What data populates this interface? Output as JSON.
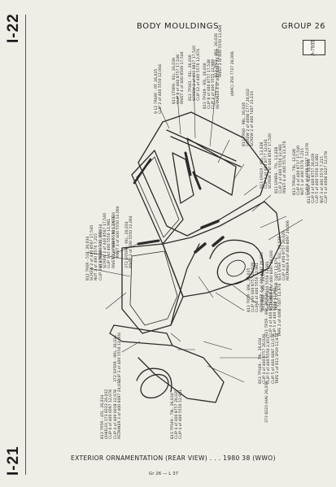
{
  "section_top": "I-22",
  "section_bottom": "I-21",
  "header": {
    "title": "BODY MOULDINGS",
    "group": "GROUP 26"
  },
  "stamp": "A-7935",
  "footer": {
    "caption": "EXTERIOR ORNAMENTATION (REAR VIEW) . . . 1980  38 (WWO)",
    "ref": "Gr 26 — L 37"
  },
  "callouts": [
    [
      "9 12 7RSRF - RT. 26,035",
      "CLIP 2 of 400 5550  12,004"
    ],
    [
      "813 1T0R9 - 91L. 26,039",
      "CLIP 8 of 400 8757 17,548",
      "RIVET 4 of 400 8509 17,546"
    ],
    [
      "813 7P361 - 91L. 26,036",
      "SCREW 2 of 400 8827 17,540",
      "CLIP 12 of 400 5576 12,976"
    ],
    [
      "813 7P349 - 95L. 26,036",
      "CLIP 8 of 400 8757 17,548",
      "CLIP 2 of 400 5555 12,989",
      "RETAINER 4 of 400 6097 26,030"
    ],
    [
      "813 7P22 - 951. 26,036",
      "RIVET 2 of 400 5550 13,004"
    ],
    [
      "(AMC) 356 7727 26,006"
    ],
    [
      "813 7RS0 - 98L. 26,026",
      "SCREW 2 of 4008 1777 26,032",
      "SCREW 2 of 400 7407 23,110"
    ],
    [
      "813 1R01R - 82L. 12,028",
      "CLIP 4 of 400 8777 12,041",
      "SCREW 2 of 440 8567 17,540"
    ],
    [
      "813 1R9RS - 75L. 12,028",
      "CLIP 3 of 400 5550 12,981",
      "RIVET 4 of 400 5576 12,976"
    ],
    [
      "813 7PR40 - 79L. 12,028",
      "CLIP 4 of 400 8717 17,540",
      "NUT 1 of 400 5576 7,215",
      "CLIP 8 of 4008 0227 12,078"
    ],
    [
      "813 1RSR - 81L. 12,030",
      "CLIP 4 of 400 8757 26,029",
      "CLIP 5 of 400 5550 12,981",
      "NUT 3 of 400 5576 7,215",
      "CLIP 5 of 4008 0227 12,078"
    ],
    [
      "813 1RSR - 81L. 26,036",
      "CLIP 3 of 400 8757 26,029",
      "RETAINER 4 of 400 8097 26,006"
    ],
    [
      "813 RSR - 86L. 26,036",
      "CLIP 2 of 400 5550 12,981",
      "RETAINER 4 of 400 6097 26,030",
      "TAPE 2 of 4008 7407 12,976"
    ],
    [
      "813 7R5R - 89L. 26,035",
      "CLIP 4 of 400 8757 26,029",
      "CLIP 2 of 400 5550 12,981",
      "RETAINER 4 of 400 6097 26,030"
    ],
    [
      "813 7R5R - 89L. 26,034",
      "CLIP 4 of 400 8757 26,029",
      "CLIP 5 of 400 5550 12,981",
      "TAPE 2 of 4008 7407 12,976"
    ],
    [
      "813 7P349 - 79L. 26,034",
      "CLIP 4 of 400 8757 26,029",
      "CLIP 5 of 400 5550 2,651",
      "CLIP 5 of 400 6097 12,078",
      "TAPE 2 of 813 2P20 12,976"
    ],
    [
      "373 8223 (HA) 26,036"
    ],
    [
      "812 7RSR - 51L. 26,034",
      "SCREW 2 of 440 8567 17,540",
      "NUT 2 of 400 5576 7,215",
      "CLIP 3 of 400 6097 12,978"
    ],
    [
      "813 7R5R - 92L. 26,034",
      "SCREW 2 of 440 8567 17,540",
      "CLIP 3 of 400 5550 12,981",
      "RIVET 2 of 400 5576 12,976"
    ],
    [
      "813 7RSRF - 82L. 26,034",
      "RIVET 2 of 400 5550 12,004"
    ],
    [
      "372 1R5RR - 91L. 26,034",
      "RIVET 2 of 400 5550 12,004"
    ],
    [
      "372 1R5RR - 9RL. 26,034",
      "CLIP 3 of 400 5550 12,004"
    ],
    [
      "813 7R5R - 45L. 26,034",
      "(SHIELD) 373 8223 26,032",
      "CLIP 6 of 400 6097 12,078",
      "CLIP 4 of 400 6018 12,078",
      "RETAINER 3 of 400 6097 26,032"
    ],
    [
      "813 7P349 - 79L. 26,034",
      "CLIP 4 of 400 8757 26,029",
      "CLIP 4 of 400 5550 12,981"
    ]
  ]
}
